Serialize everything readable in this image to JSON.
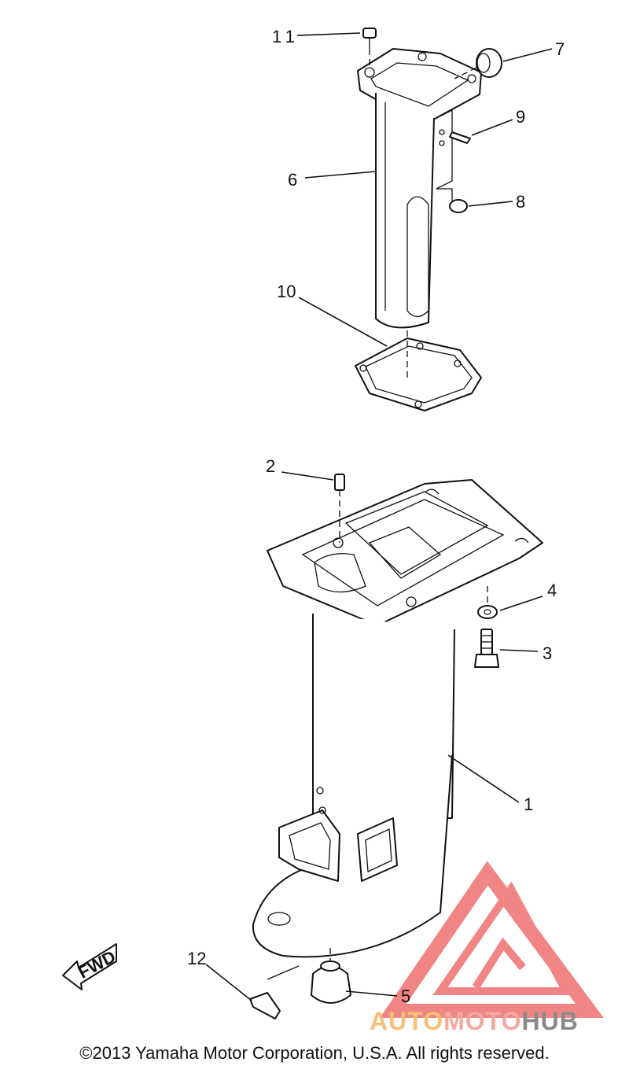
{
  "callouts": {
    "c1": "1",
    "c2": "2",
    "c3": "3",
    "c4": "4",
    "c5": "5",
    "c6": "6",
    "c7": "7",
    "c8": "8",
    "c9": "9",
    "c10": "10",
    "c11": "11",
    "c12": "12"
  },
  "fwd_label": "FWD",
  "watermark": {
    "part1": "AUTO",
    "part2": "MOTO",
    "part3": "HUB",
    "color_a": "#f6c07a",
    "color_b": "#f4a8a0",
    "color_c": "#8a8a8a",
    "triangle_color": "#ef6f6f"
  },
  "copyright": "©2013 Yamaha Motor Corporation, U.S.A. All rights reserved."
}
